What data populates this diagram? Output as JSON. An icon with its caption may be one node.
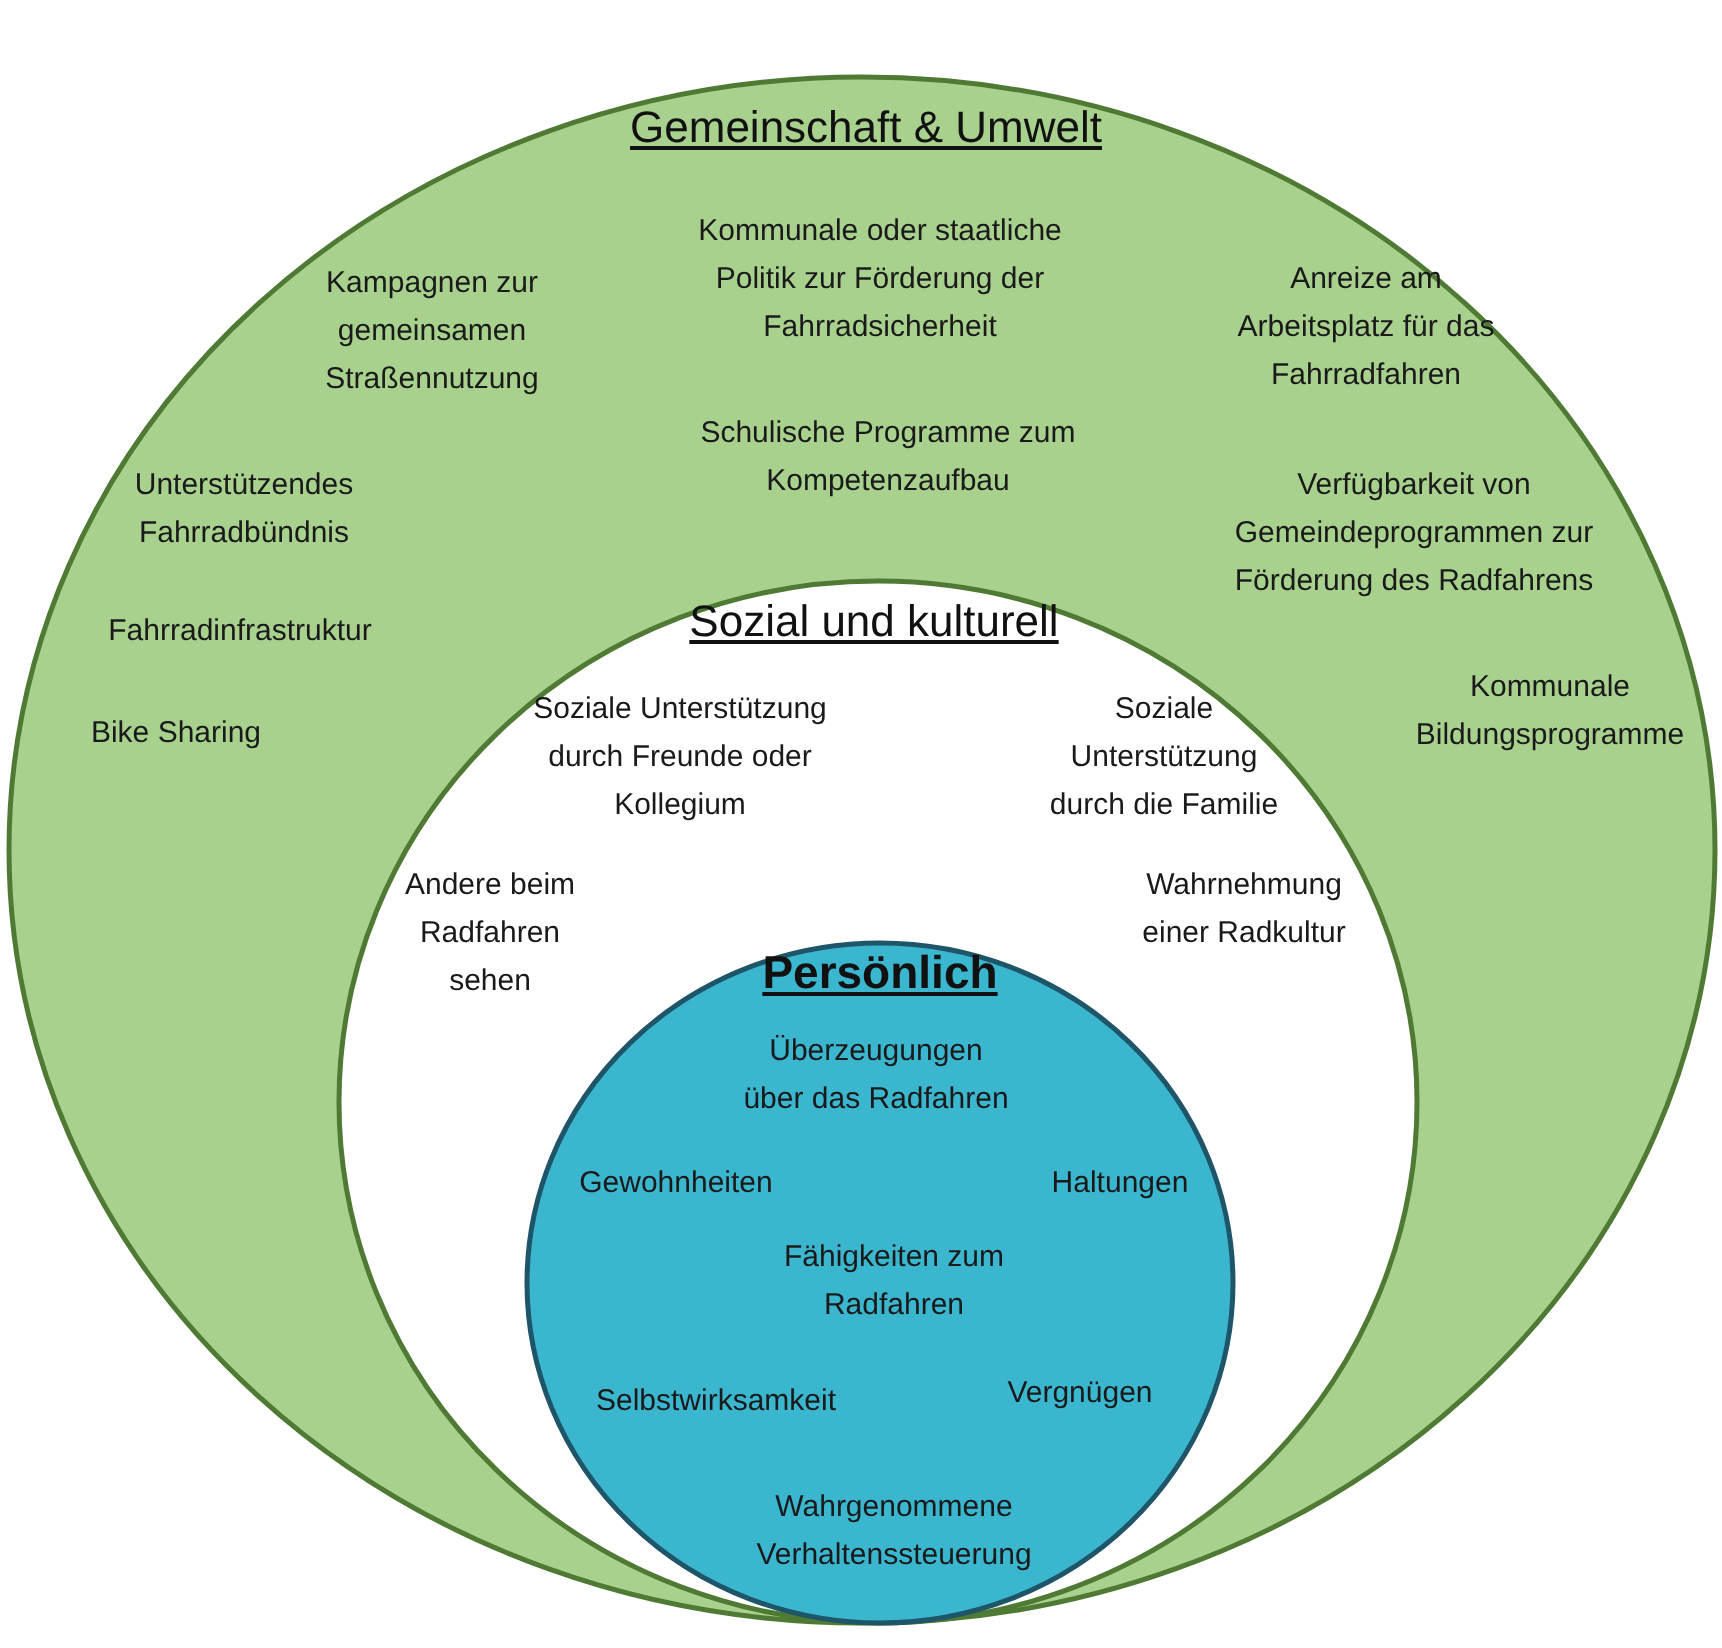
{
  "diagram": {
    "nodes": [
      {
        "text": [
          "Gemeinschaft & Umwelt",
          "Kampagnen zur gemeinsamen Straßennutzung",
          "Kommunale oder staatliche Politik zur Förderung der Fahrradsicherheit",
          "Anreize am Arbeitsplatz für das Fahrradfahren",
          "Schulische Programme zum Kompetenzaufbau",
          "Unterstützendes Fahrradbündnis",
          "Verfügbarkeit von Gemeindeprogrammen zur Förderung des Radfahrens",
          "Fahrradinfrastruktur",
          "Bike Sharing",
          "Kommunale Bildungsprogramme"
        ]
      },
      {
        "text": [
          "Sozial und kulturell",
          "Soziale Unterstützung durch Freunde oder Kollegium",
          "Soziale Unterstützung durch die Familie",
          "Andere beim Radfahren sehen",
          "Wahrnehmung einer Radkultur"
        ],
        "in": 0
      },
      {
        "text": [
          "Persönlich",
          "Überzeugungen über das Radfahren",
          "Gewohnheiten",
          "Haltungen",
          "Fähigkeiten zum Radfahren",
          "Selbstwirksamkeit",
          "Vergnügen",
          "Wahrgenommene Verhaltenssteuerung"
        ],
        "in": 1
      }
    ]
  }
}
